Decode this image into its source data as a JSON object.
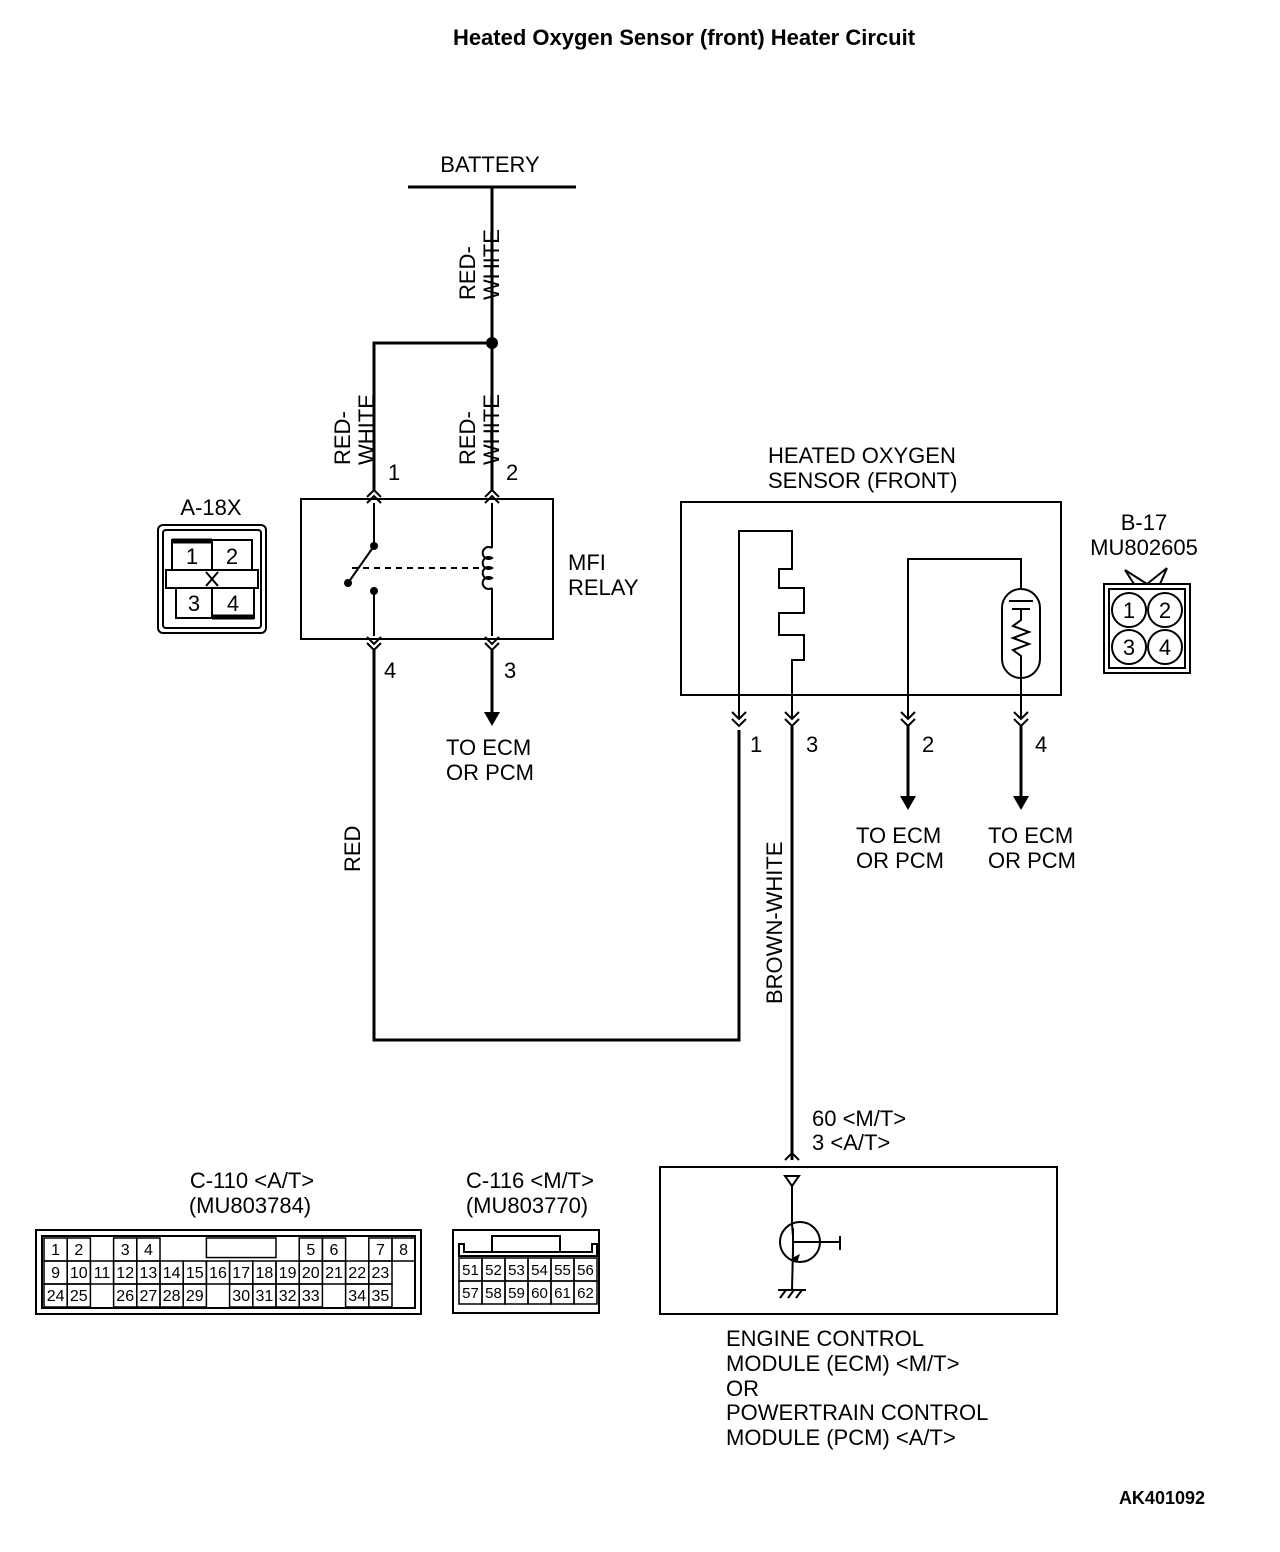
{
  "title": "Heated Oxygen Sensor (front) Heater Circuit",
  "battery_label": "BATTERY",
  "wire_colors": {
    "battery_wire": "RED-WHITE",
    "relay_pin1_wire": "RED-WHITE",
    "relay_pin2_wire": "RED-WHITE",
    "relay_pin4_wire": "RED",
    "sensor_pin3_wire": "BROWN-WHITE"
  },
  "relay": {
    "connector": "A-18X",
    "name_line1": "MFI",
    "name_line2": "RELAY",
    "pins": {
      "p1": "1",
      "p2": "2",
      "p3": "3",
      "p4": "4"
    },
    "output_line1": "TO ECM",
    "output_line2": "OR PCM"
  },
  "relay_connector_pins": [
    "1",
    "2",
    "3",
    "4"
  ],
  "sensor": {
    "name_line1": "HEATED OXYGEN",
    "name_line2": "SENSOR (FRONT)",
    "connector": "B-17",
    "part_number": "MU802605",
    "pins": {
      "p1": "1",
      "p2": "2",
      "p3": "3",
      "p4": "4"
    },
    "output2_line1": "TO ECM",
    "output2_line2": "OR PCM",
    "output4_line1": "TO ECM",
    "output4_line2": "OR PCM"
  },
  "sensor_connector_pins": [
    "1",
    "2",
    "3",
    "4"
  ],
  "ecm": {
    "terminal_line1": "60 <M/T>",
    "terminal_line2": "3 <A/T>",
    "name_lines": [
      "ENGINE CONTROL",
      "MODULE (ECM) <M/T>",
      "OR",
      "POWERTRAIN CONTROL",
      "MODULE (PCM) <A/T>"
    ]
  },
  "c110": {
    "name": "C-110 <A/T>",
    "part": "(MU803784)",
    "row1": [
      "1",
      "2",
      "",
      "3",
      "4",
      "",
      "",
      "",
      "",
      "",
      "",
      "5",
      "6",
      "",
      "7",
      "8"
    ],
    "row2": [
      "9",
      "10",
      "11",
      "12",
      "13",
      "14",
      "15",
      "16",
      "17",
      "18",
      "19",
      "20",
      "21",
      "22",
      "23"
    ],
    "row3": [
      "24",
      "25",
      "",
      "26",
      "27",
      "28",
      "29",
      "",
      "30",
      "31",
      "32",
      "33",
      "",
      "34",
      "35"
    ]
  },
  "c116": {
    "name": "C-116 <M/T>",
    "part": "(MU803770)",
    "row1": [
      "51",
      "52",
      "53",
      "54",
      "55",
      "56"
    ],
    "row2": [
      "57",
      "58",
      "59",
      "60",
      "61",
      "62"
    ]
  },
  "figure_id": "AK401092"
}
